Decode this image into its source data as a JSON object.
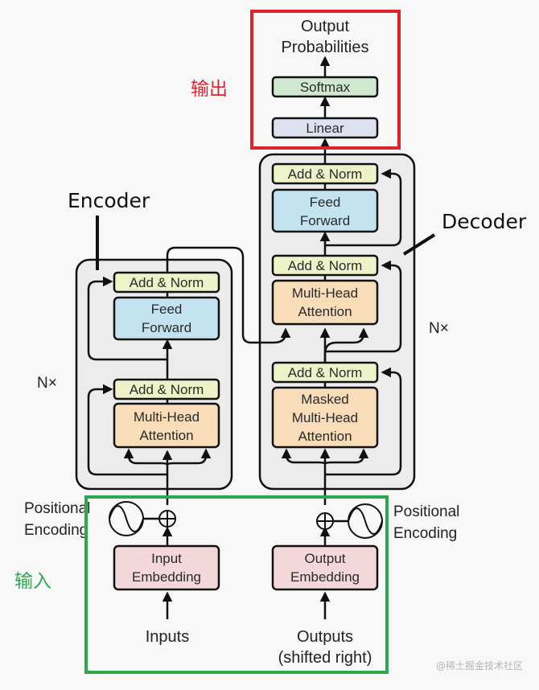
{
  "title_output": {
    "line1": "Output",
    "line2": "Probabilities"
  },
  "annotations": {
    "output_cn": "输出",
    "input_cn": "输入",
    "encoder": "Encoder",
    "decoder": "Decoder",
    "encoder_repeat": "N×",
    "decoder_repeat": "N×"
  },
  "head": {
    "softmax": "Softmax",
    "linear": "Linear"
  },
  "decoder": {
    "add_norm_top": "Add & Norm",
    "feed_forward": {
      "line1": "Feed",
      "line2": "Forward"
    },
    "add_norm_mid": "Add & Norm",
    "cross_attention": {
      "line1": "Multi-Head",
      "line2": "Attention"
    },
    "add_norm_bottom": "Add & Norm",
    "masked_attention": {
      "line1": "Masked",
      "line2": "Multi-Head",
      "line3": "Attention"
    }
  },
  "encoder": {
    "add_norm_top": "Add & Norm",
    "feed_forward": {
      "line1": "Feed",
      "line2": "Forward"
    },
    "add_norm_bottom": "Add & Norm",
    "self_attention": {
      "line1": "Multi-Head",
      "line2": "Attention"
    }
  },
  "inputs": {
    "pos_enc_left": {
      "line1": "Positional",
      "line2": "Encoding"
    },
    "pos_enc_right": {
      "line1": "Positional",
      "line2": "Encoding"
    },
    "input_embedding": {
      "line1": "Input",
      "line2": "Embedding"
    },
    "output_embedding": {
      "line1": "Output",
      "line2": "Embedding"
    },
    "inputs_label": "Inputs",
    "outputs_label": {
      "line1": "Outputs",
      "line2": "(shifted right)"
    }
  },
  "watermark": "@稀土掘金技术社区",
  "colors": {
    "output_box": "#e0242e",
    "input_box": "#2ea84f",
    "add_norm": "#eef2c8",
    "feed_forward": "#c3e3f1",
    "attention": "#f9dcb8",
    "embedding": "#f4d7da",
    "softmax": "#cfe8cf",
    "linear": "#dde0ee",
    "stack_bg": "#ececec"
  }
}
